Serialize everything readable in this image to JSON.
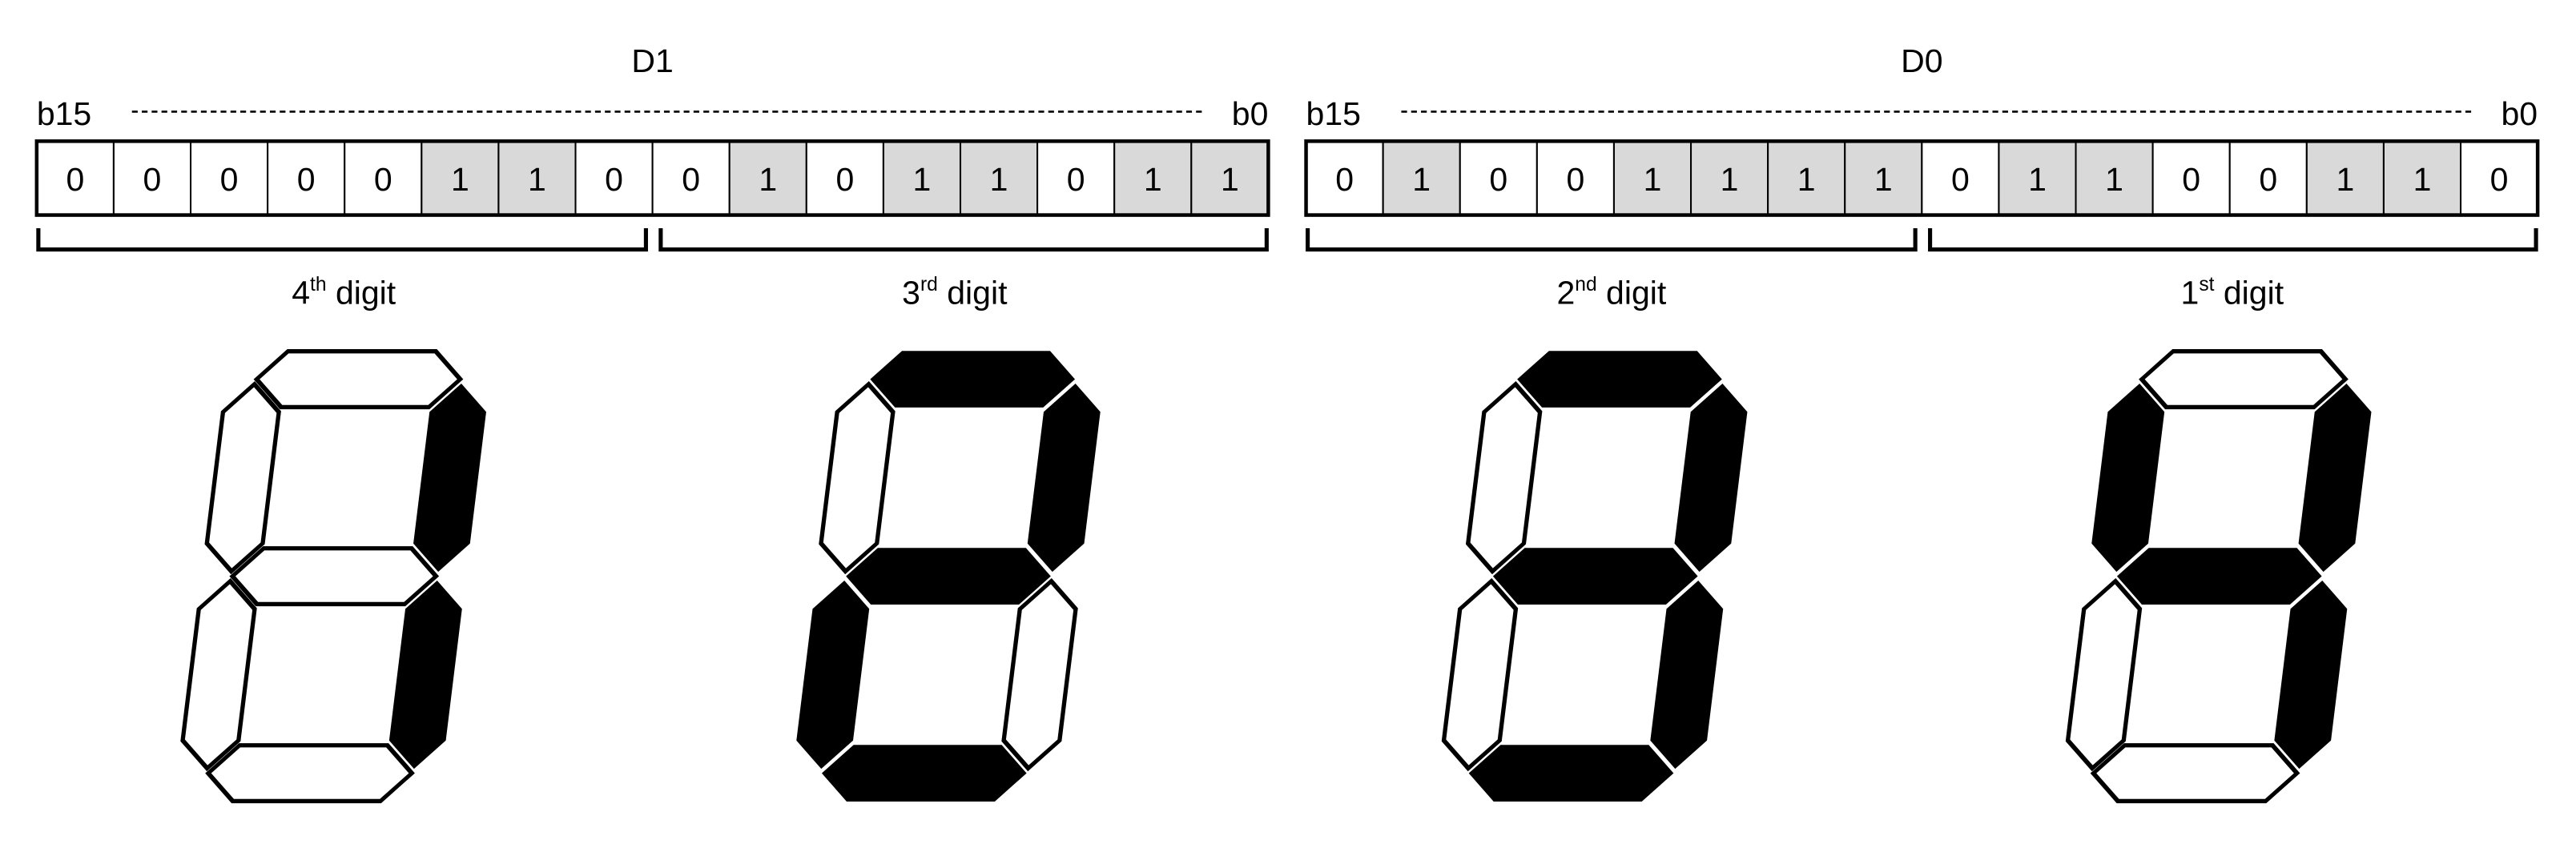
{
  "registers": [
    {
      "name": "D1",
      "msb_label": "b15",
      "lsb_label": "b0",
      "bits": [
        "0",
        "0",
        "0",
        "0",
        "0",
        "1",
        "1",
        "0",
        "0",
        "1",
        "0",
        "1",
        "1",
        "0",
        "1",
        "1"
      ]
    },
    {
      "name": "D0",
      "msb_label": "b15",
      "lsb_label": "b0",
      "bits": [
        "0",
        "1",
        "0",
        "0",
        "1",
        "1",
        "1",
        "1",
        "0",
        "1",
        "1",
        "0",
        "0",
        "1",
        "1",
        "0"
      ]
    }
  ],
  "digits": [
    {
      "num": "4",
      "sup": "th",
      "word": " digit",
      "segments_on": [
        "b",
        "c"
      ]
    },
    {
      "num": "3",
      "sup": "rd",
      "word": " digit",
      "segments_on": [
        "a",
        "b",
        "d",
        "e",
        "g"
      ]
    },
    {
      "num": "2",
      "sup": "nd",
      "word": " digit",
      "segments_on": [
        "a",
        "b",
        "c",
        "d",
        "g"
      ]
    },
    {
      "num": "1",
      "sup": "st",
      "word": " digit",
      "segments_on": [
        "b",
        "c",
        "f",
        "g"
      ]
    }
  ],
  "colors": {
    "bit_set_fill": "#d9d9d9",
    "bit_clear_fill": "#ffffff",
    "segment_on": "#000000",
    "segment_off": "#ffffff"
  }
}
